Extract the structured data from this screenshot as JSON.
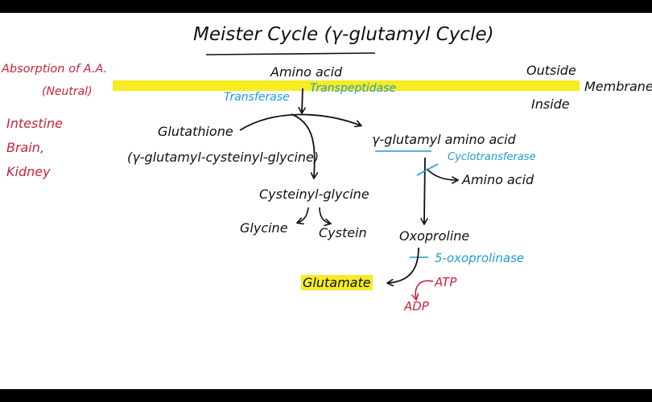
{
  "title": "Meister Cycle (γ-glutamyl Cycle)",
  "left_notes": {
    "absorption": "Absorption of A.A.",
    "neutral": "(Neutral)",
    "organs": [
      "Intestine",
      "Brain,",
      "Kidney"
    ]
  },
  "membrane": {
    "label": "Membrane",
    "outside": "Outside",
    "inside": "Inside",
    "color": "#f5ec22"
  },
  "nodes": {
    "amino_acid_top": "Amino acid",
    "glutathione": "Glutathione",
    "glutathione_full": "(γ-glutamyl-cysteinyl-glycine)",
    "gamma_glutamyl_amino_acid": "γ-glutamyl amino acid",
    "cysteinyl_glycine": "Cysteinyl-glycine",
    "glycine": "Glycine",
    "cystein": "Cystein",
    "amino_acid_right": "Amino acid",
    "oxoproline": "Oxoproline",
    "glutamate": "Glutamate"
  },
  "enzymes": {
    "transferase": "Transferase",
    "transpeptidase": "Transpeptidase",
    "cyclotransferase": "Cyclotransferase",
    "oxoprolinase": "5-oxoprolinase"
  },
  "cofactors": {
    "atp": "ATP",
    "adp": "ADP"
  },
  "colors": {
    "black_ink": "#111111",
    "red_ink": "#c8243b",
    "blue_ink": "#1f9ad6",
    "highlight": "#f5ec22"
  }
}
